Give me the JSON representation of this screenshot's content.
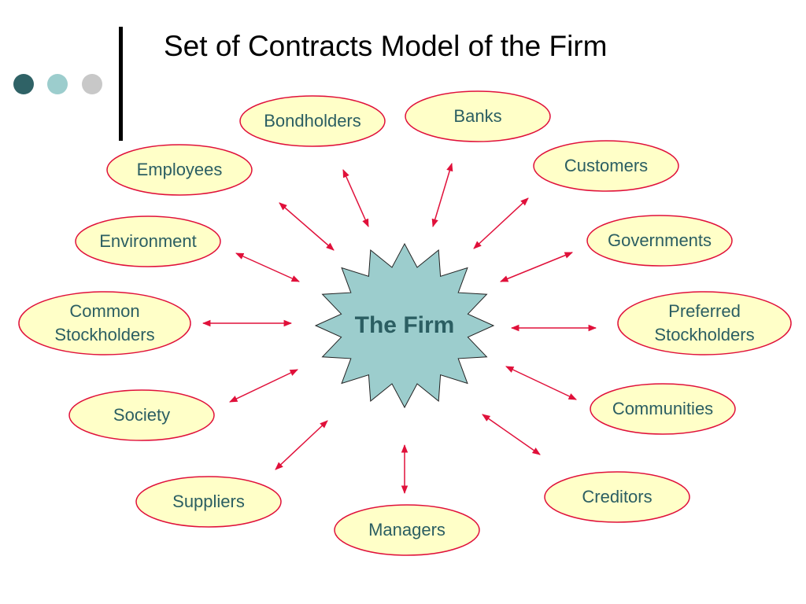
{
  "title": "Set of Contracts Model of the Firm",
  "center": {
    "label": "The Firm",
    "fill": "#9ccdcd"
  },
  "colors": {
    "node_fill": "#ffffc8",
    "node_stroke": "#e0103a",
    "arrow": "#e0103a",
    "text": "#2b5e62"
  },
  "nodes": [
    {
      "id": "bondholders",
      "lines": [
        "Bondholders"
      ]
    },
    {
      "id": "banks",
      "lines": [
        "Banks"
      ]
    },
    {
      "id": "employees",
      "lines": [
        "Employees"
      ]
    },
    {
      "id": "customers",
      "lines": [
        "Customers"
      ]
    },
    {
      "id": "environment",
      "lines": [
        "Environment"
      ]
    },
    {
      "id": "governments",
      "lines": [
        "Governments"
      ]
    },
    {
      "id": "common-stockholders",
      "lines": [
        "Common",
        "Stockholders"
      ]
    },
    {
      "id": "preferred-stockholders",
      "lines": [
        "Preferred",
        "Stockholders"
      ]
    },
    {
      "id": "society",
      "lines": [
        "Society"
      ]
    },
    {
      "id": "communities",
      "lines": [
        "Communities"
      ]
    },
    {
      "id": "suppliers",
      "lines": [
        "Suppliers"
      ]
    },
    {
      "id": "creditors",
      "lines": [
        "Creditors"
      ]
    },
    {
      "id": "managers",
      "lines": [
        "Managers"
      ]
    }
  ]
}
